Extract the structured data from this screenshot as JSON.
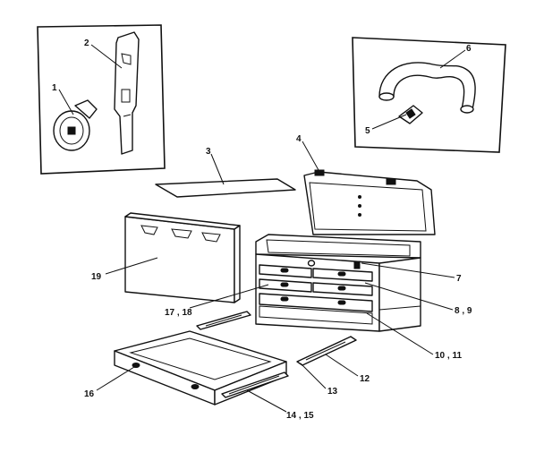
{
  "callouts": {
    "c1": "1",
    "c2": "2",
    "c3": "3",
    "c4": "4",
    "c5": "5",
    "c6": "6",
    "c7": "7",
    "c8_9": "8 , 9",
    "c10_11": "10 , 11",
    "c12": "12",
    "c13": "13",
    "c14_15": "14 , 15",
    "c16": "16",
    "c17_18": "17 , 18",
    "c19": "19"
  },
  "colors": {
    "ink": "#111111",
    "paper": "#ffffff"
  }
}
